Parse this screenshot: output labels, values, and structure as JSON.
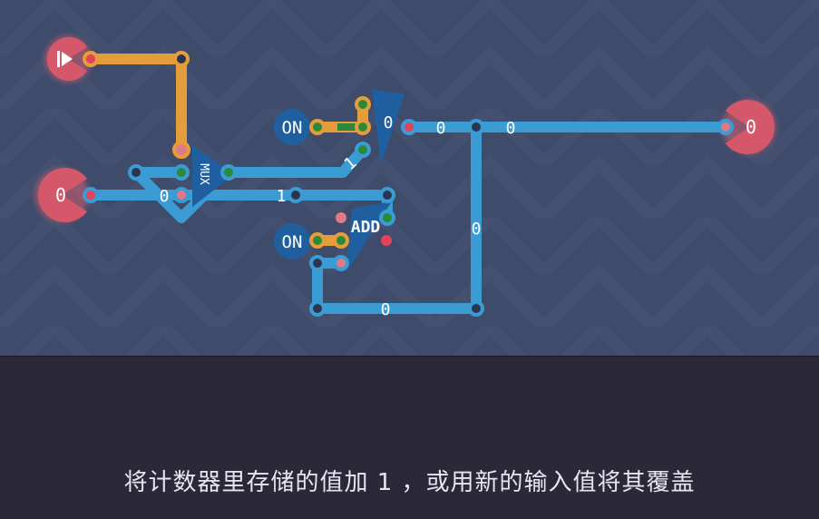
{
  "circuit": {
    "clock_input_icon": "play-icon",
    "input_value": "0",
    "output_value": "0",
    "on_switch_top": "ON",
    "on_switch_bottom": "ON",
    "mux_label": "MUX",
    "add_label": "ADD",
    "register_value": "0",
    "wire_labels": {
      "mux_in0": "0",
      "input_line": "1",
      "mux_out": "1",
      "reg_out_a": "0",
      "reg_out_b": "0",
      "feedback_vertical": "0",
      "feedback_bottom": "0"
    }
  },
  "caption": "将计数器里存储的值加 1 ，或用新的输入值将其覆盖",
  "colors": {
    "wire_blue": "#3b9bd3",
    "wire_orange": "#e59c3a",
    "io_red": "#d5586a",
    "background": "#3f4b6b",
    "footer": "#2b2838"
  }
}
